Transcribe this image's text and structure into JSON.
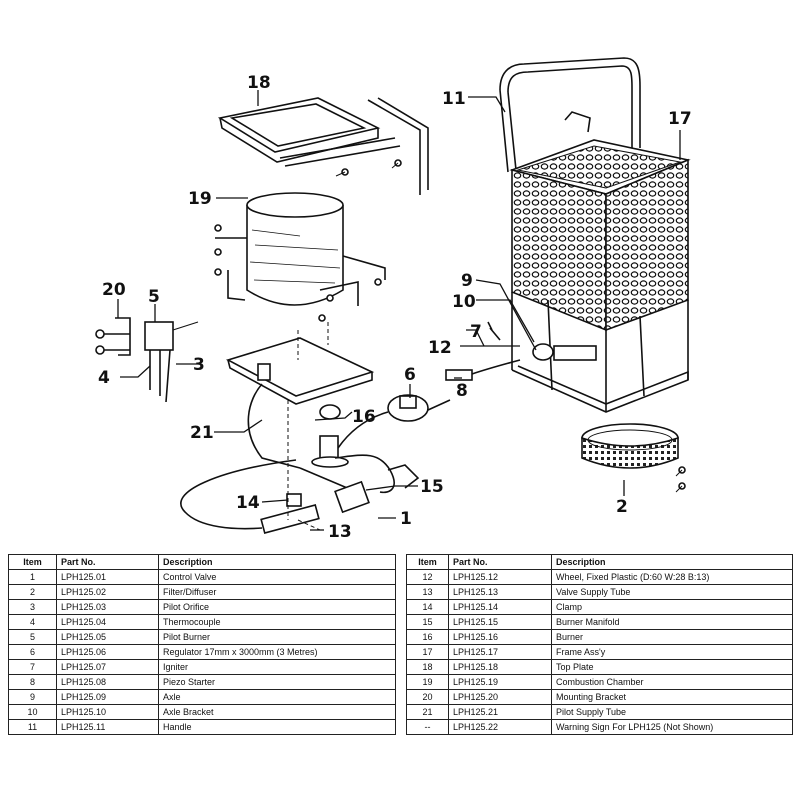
{
  "callouts": [
    "18",
    "11",
    "17",
    "19",
    "9",
    "10",
    "7",
    "20",
    "5",
    "12",
    "3",
    "4",
    "6",
    "8",
    "16",
    "21",
    "15",
    "14",
    "1",
    "13",
    "2"
  ],
  "table": {
    "headers": {
      "item": "Item",
      "part_no": "Part No.",
      "description": "Description"
    },
    "left_rows": [
      {
        "item": "1",
        "part_no": "LPH125.01",
        "description": "Control Valve"
      },
      {
        "item": "2",
        "part_no": "LPH125.02",
        "description": "Filter/Diffuser"
      },
      {
        "item": "3",
        "part_no": "LPH125.03",
        "description": "Pilot Orifice"
      },
      {
        "item": "4",
        "part_no": "LPH125.04",
        "description": "Thermocouple"
      },
      {
        "item": "5",
        "part_no": "LPH125.05",
        "description": "Pilot Burner"
      },
      {
        "item": "6",
        "part_no": "LPH125.06",
        "description": "Regulator 17mm x 3000mm (3 Metres)"
      },
      {
        "item": "7",
        "part_no": "LPH125.07",
        "description": "Igniter"
      },
      {
        "item": "8",
        "part_no": "LPH125.08",
        "description": "Piezo Starter"
      },
      {
        "item": "9",
        "part_no": "LPH125.09",
        "description": "Axle"
      },
      {
        "item": "10",
        "part_no": "LPH125.10",
        "description": "Axle Bracket"
      },
      {
        "item": "11",
        "part_no": "LPH125.11",
        "description": "Handle"
      }
    ],
    "right_rows": [
      {
        "item": "12",
        "part_no": "LPH125.12",
        "description": "Wheel, Fixed Plastic (D:60 W:28 B:13)"
      },
      {
        "item": "13",
        "part_no": "LPH125.13",
        "description": "Valve Supply Tube"
      },
      {
        "item": "14",
        "part_no": "LPH125.14",
        "description": "Clamp"
      },
      {
        "item": "15",
        "part_no": "LPH125.15",
        "description": "Burner Manifold"
      },
      {
        "item": "16",
        "part_no": "LPH125.16",
        "description": "Burner"
      },
      {
        "item": "17",
        "part_no": "LPH125.17",
        "description": "Frame Ass'y"
      },
      {
        "item": "18",
        "part_no": "LPH125.18",
        "description": "Top Plate"
      },
      {
        "item": "19",
        "part_no": "LPH125.19",
        "description": "Combustion Chamber"
      },
      {
        "item": "20",
        "part_no": "LPH125.20",
        "description": "Mounting Bracket"
      },
      {
        "item": "21",
        "part_no": "LPH125.21",
        "description": "Pilot Supply Tube"
      },
      {
        "item": "--",
        "part_no": "LPH125.22",
        "description": "Warning Sign For LPH125 (Not Shown)"
      }
    ]
  }
}
